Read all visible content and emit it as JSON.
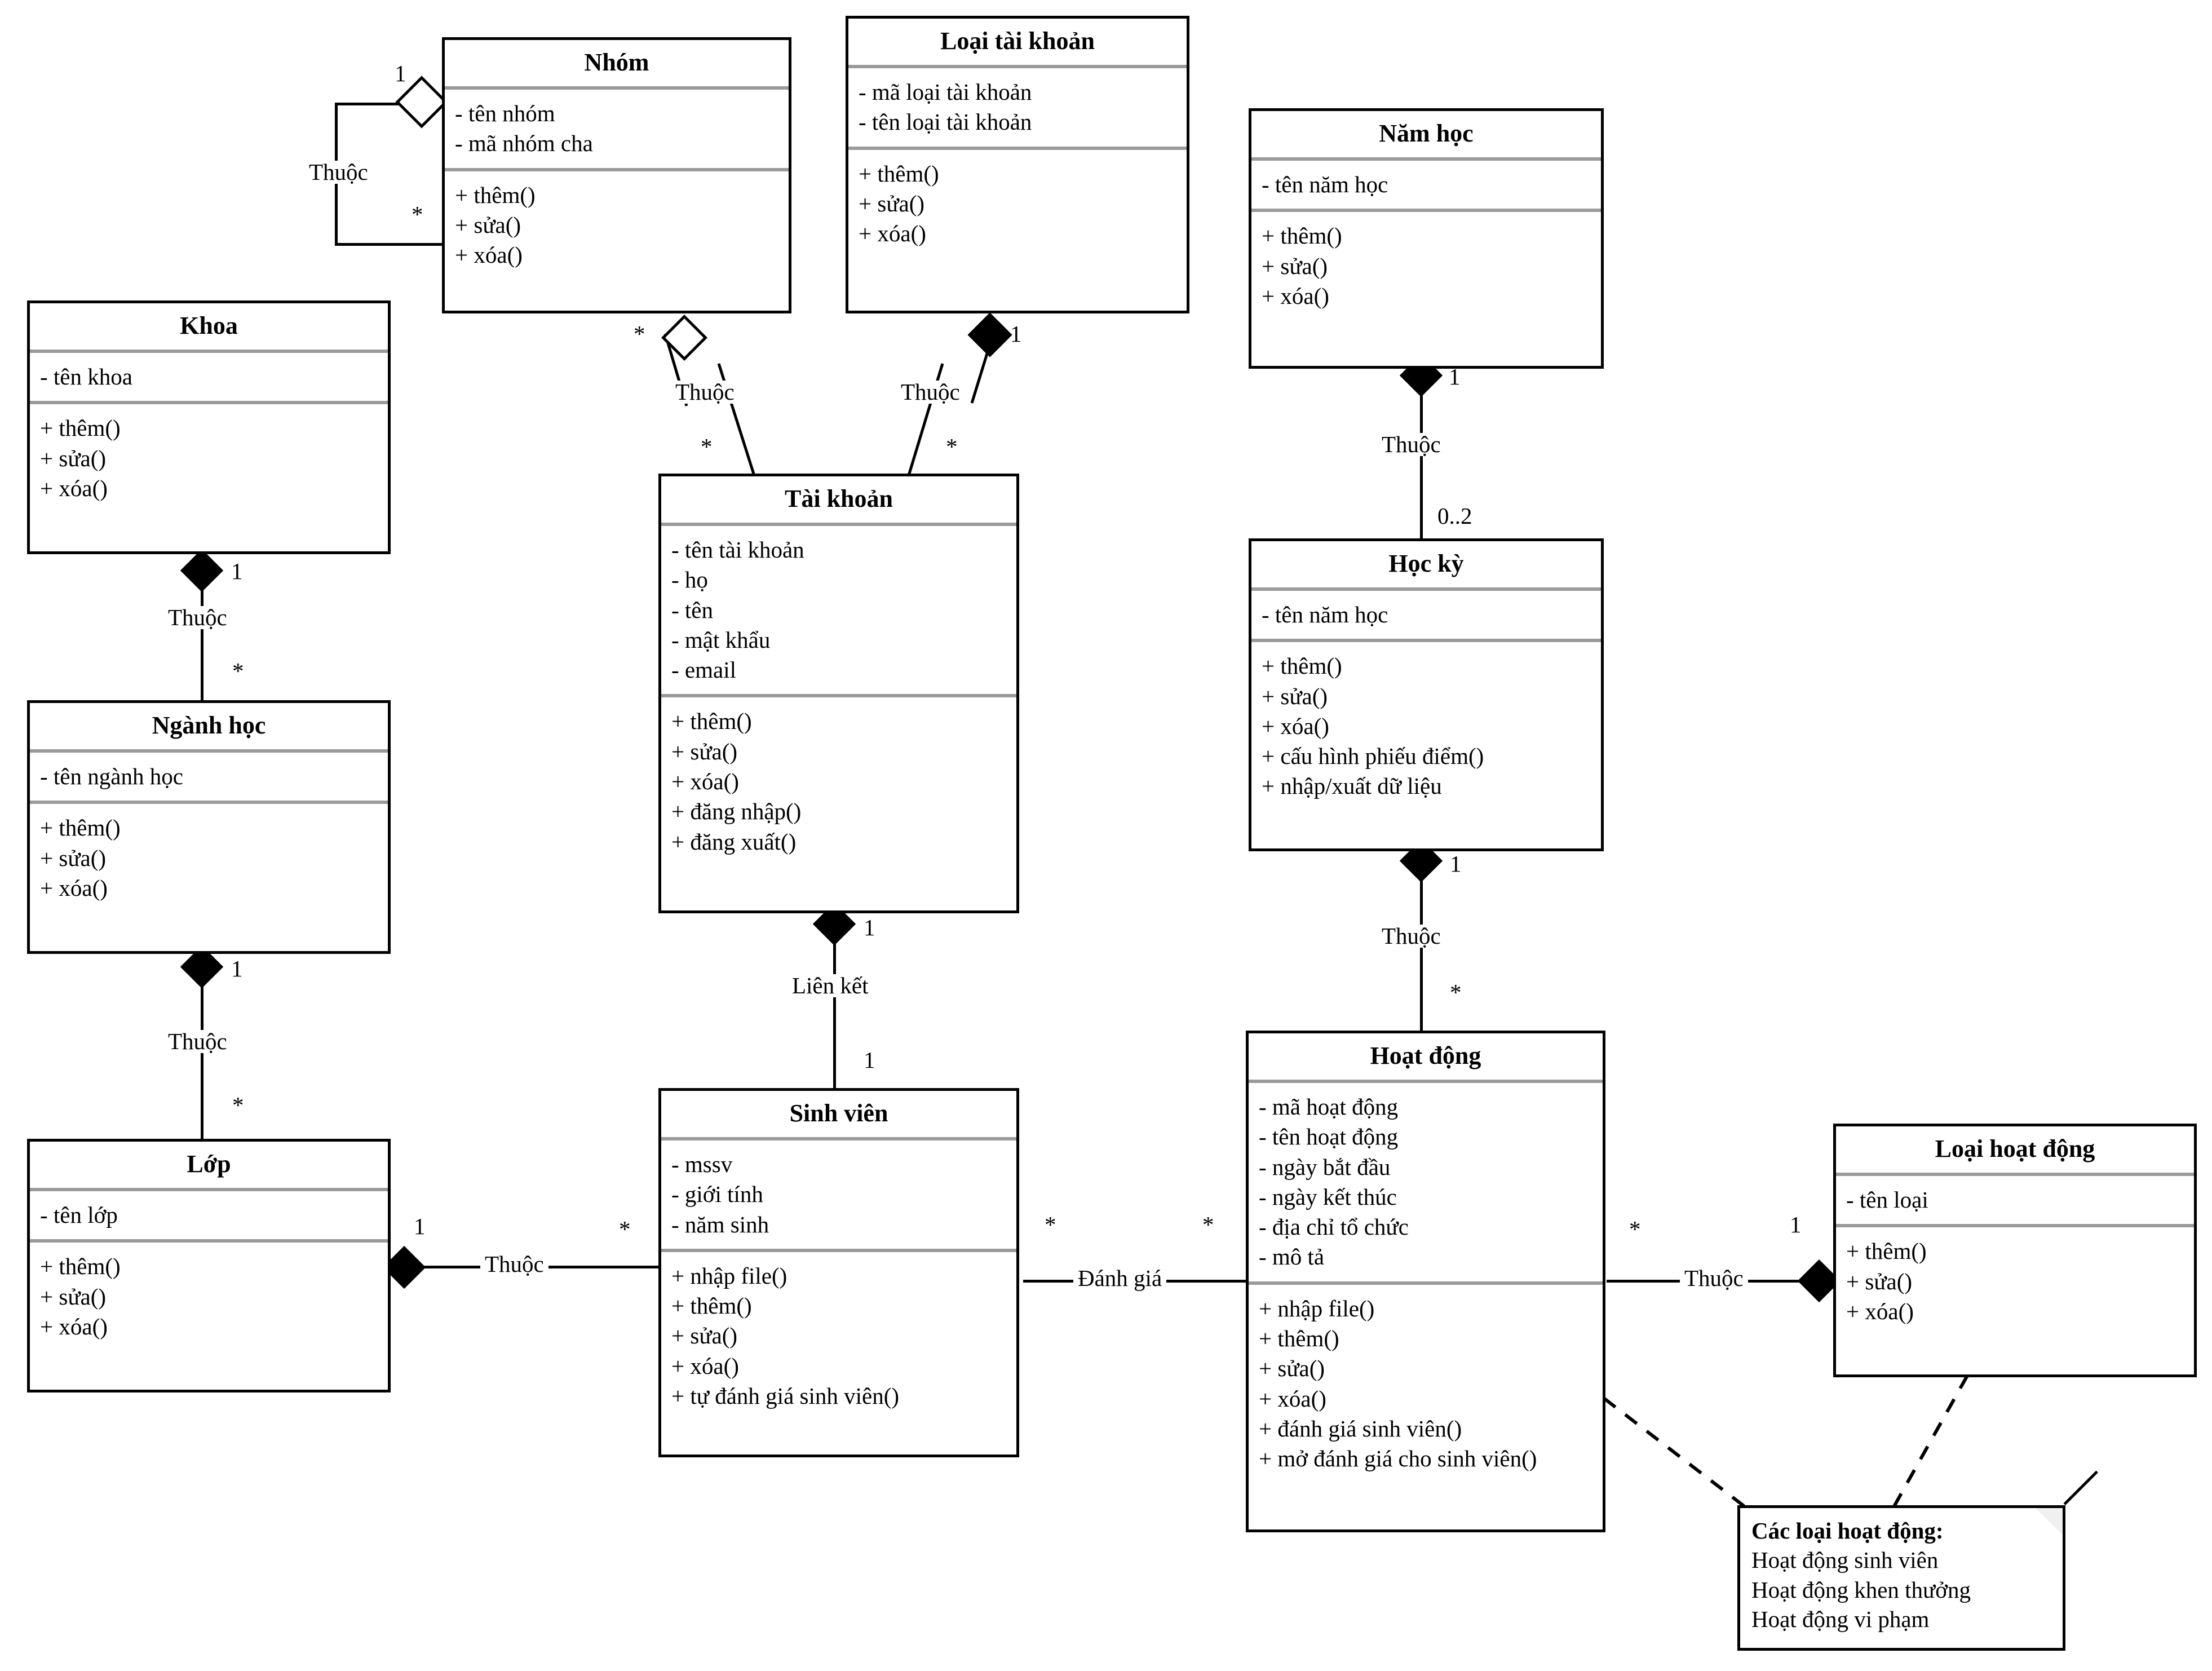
{
  "diagram": {
    "title": "UML Class Diagram - He thong quan ly hoat dong sinh vien",
    "stroke_color": "#000000",
    "separator_color": "#9a9a9a",
    "background": "#ffffff"
  },
  "classes": [
    {
      "id": "nhom",
      "name": "Nhóm",
      "attributes": [
        "- tên nhóm",
        "- mã nhóm cha"
      ],
      "operations": [
        "+ thêm()",
        "+ sửa()",
        "+ xóa()"
      ]
    },
    {
      "id": "loai_tai_khoan",
      "name": "Loại tài khoản",
      "attributes": [
        "- mã loại tài khoản",
        "- tên loại tài khoản"
      ],
      "operations": [
        "+ thêm()",
        "+ sửa()",
        "+ xóa()"
      ]
    },
    {
      "id": "nam_hoc",
      "name": "Năm học",
      "attributes": [
        "- tên năm học"
      ],
      "operations": [
        "+ thêm()",
        "+ sửa()",
        "+ xóa()"
      ]
    },
    {
      "id": "khoa",
      "name": "Khoa",
      "attributes": [
        "- tên khoa"
      ],
      "operations": [
        "+ thêm()",
        "+ sửa()",
        "+ xóa()"
      ]
    },
    {
      "id": "tai_khoan",
      "name": "Tài khoản",
      "attributes": [
        "- tên tài khoản",
        "- họ",
        "- tên",
        "- mật khẩu",
        "- email"
      ],
      "operations": [
        "+ thêm()",
        "+ sửa()",
        "+ xóa()",
        "+ đăng nhập()",
        "+ đăng xuất()"
      ]
    },
    {
      "id": "hoc_ky",
      "name": "Học kỳ",
      "attributes": [
        "- tên năm học"
      ],
      "operations": [
        "+ thêm()",
        "+ sửa()",
        "+ xóa()",
        "+ cấu hình phiếu điểm()",
        "+ nhập/xuất dữ liệu"
      ]
    },
    {
      "id": "nganh_hoc",
      "name": "Ngành học",
      "attributes": [
        "- tên ngành học"
      ],
      "operations": [
        "+ thêm()",
        "+ sửa()",
        "+ xóa()"
      ]
    },
    {
      "id": "sinh_vien",
      "name": "Sinh viên",
      "attributes": [
        "- mssv",
        "- giới tính",
        "- năm sinh"
      ],
      "operations": [
        "+ nhập file()",
        "+ thêm()",
        "+ sửa()",
        "+ xóa()",
        "+ tự đánh giá sinh viên()"
      ]
    },
    {
      "id": "hoat_dong",
      "name": "Hoạt động",
      "attributes": [
        "- mã hoạt động",
        "- tên hoạt động",
        "- ngày bắt đầu",
        "- ngày kết thúc",
        "- địa chỉ tổ chức",
        "- mô tả"
      ],
      "operations": [
        "+ nhập file()",
        "+ thêm()",
        "+ sửa()",
        "+ xóa()",
        "+ đánh giá sinh viên()",
        "+ mở đánh giá cho sinh viên()"
      ]
    },
    {
      "id": "lop",
      "name": "Lớp",
      "attributes": [
        "- tên lớp"
      ],
      "operations": [
        "+ thêm()",
        "+ sửa()",
        "+ xóa()"
      ]
    },
    {
      "id": "loai_hoat_dong",
      "name": "Loại hoạt động",
      "attributes": [
        "- tên loại"
      ],
      "operations": [
        "+ thêm()",
        "+ sửa()",
        "+ xóa()"
      ]
    }
  ],
  "note": {
    "id": "note_cac_loai_hoat_dong",
    "title": "Các loại hoạt động:",
    "lines": [
      "Hoạt động sinh viên",
      "Hoạt động khen thưởng",
      "Hoạt động vi phạm"
    ]
  },
  "associations": [
    {
      "id": "nhom_self",
      "label": "Thuộc",
      "source_mult": "1",
      "target_mult": "*"
    },
    {
      "id": "nhom_taikhoan",
      "label": "Thuộc",
      "source_mult": "*",
      "target_mult": "*"
    },
    {
      "id": "loaitk_taikhoan",
      "label": "Thuộc",
      "source_mult": "1",
      "target_mult": "*"
    },
    {
      "id": "namhoc_hocky",
      "label": "Thuộc",
      "source_mult": "1",
      "target_mult": "0..2"
    },
    {
      "id": "khoa_nganhhoc",
      "label": "Thuộc",
      "source_mult": "1",
      "target_mult": "*"
    },
    {
      "id": "nganhhoc_lop",
      "label": "Thuộc",
      "source_mult": "1",
      "target_mult": "*"
    },
    {
      "id": "taikhoan_sinhvien",
      "label": "Liên kết",
      "source_mult": "1",
      "target_mult": "1"
    },
    {
      "id": "hocky_hoatdong",
      "label": "Thuộc",
      "source_mult": "1",
      "target_mult": "*"
    },
    {
      "id": "lop_sinhvien",
      "label": "Thuộc",
      "source_mult": "1",
      "target_mult": "*"
    },
    {
      "id": "sinhvien_hoatdong",
      "label": "Đánh giá",
      "source_mult": "*",
      "target_mult": "*"
    },
    {
      "id": "hoatdong_loaihd",
      "label": "Thuộc",
      "source_mult": "*",
      "target_mult": "1"
    }
  ]
}
